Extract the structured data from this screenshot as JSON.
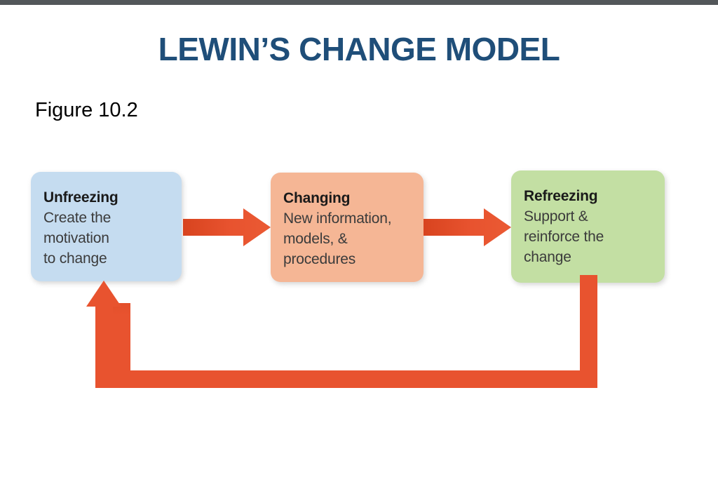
{
  "slide": {
    "title": "LEWIN’S CHANGE MODEL",
    "figure_caption": "Figure 10.2",
    "title_color": "#1f4e79",
    "top_bar_color": "#53575a",
    "background_color": "#ffffff"
  },
  "diagram": {
    "name": "lewin-change-model",
    "arrow_color": "#e8532f",
    "stages": [
      {
        "id": "unfreezing",
        "title": "Unfreezing",
        "description": "Create the motivation to change",
        "description_lines": [
          "Create the",
          "motivation",
          "to change"
        ],
        "fill_color": "#c5dcf0"
      },
      {
        "id": "changing",
        "title": "Changing",
        "description": "New information, models, & procedures",
        "description_lines": [
          "New information,",
          "models, &",
          "procedures"
        ],
        "fill_color": "#f5b695"
      },
      {
        "id": "refreezing",
        "title": "Refreezing",
        "description": "Support & reinforce the change",
        "description_lines": [
          "Support &",
          "reinforce the",
          "change"
        ],
        "fill_color": "#c3dfa3"
      }
    ],
    "connectors": [
      {
        "id": "unfreezing-to-changing",
        "type": "block-arrow-right"
      },
      {
        "id": "changing-to-refreezing",
        "type": "block-arrow-right"
      },
      {
        "id": "refreezing-to-unfreezing",
        "type": "feedback-loop-arrow-up"
      }
    ]
  }
}
